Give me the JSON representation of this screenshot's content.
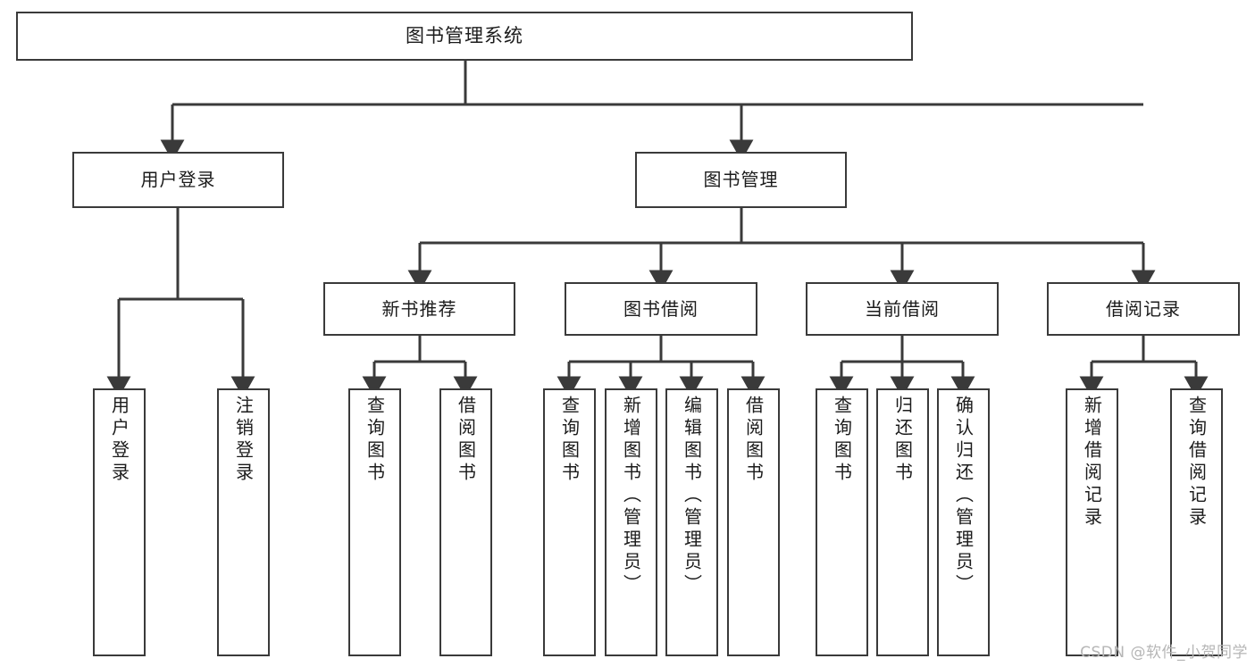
{
  "diagram": {
    "title": "图书管理系统",
    "type": "tree",
    "root": {
      "id": "root",
      "label": "图书管理系统"
    },
    "level2": [
      {
        "id": "user-login",
        "label": "用户登录"
      },
      {
        "id": "book-manage",
        "label": "图书管理"
      }
    ],
    "level3": [
      {
        "id": "new-rec",
        "label": "新书推荐"
      },
      {
        "id": "borrow",
        "label": "图书借阅"
      },
      {
        "id": "current",
        "label": "当前借阅"
      },
      {
        "id": "history",
        "label": "借阅记录"
      }
    ],
    "leaves": {
      "user_login": [
        {
          "id": "leaf-user-login",
          "label": "用户登录"
        },
        {
          "id": "leaf-user-logout",
          "label": "注销登录"
        }
      ],
      "new_rec": [
        {
          "id": "leaf-query-book-1",
          "label": "查询图书"
        },
        {
          "id": "leaf-borrow-book-1",
          "label": "借阅图书"
        }
      ],
      "borrow": [
        {
          "id": "leaf-query-book-2",
          "label": "查询图书"
        },
        {
          "id": "leaf-add-book",
          "label": "新增图书（管理员）"
        },
        {
          "id": "leaf-edit-book",
          "label": "编辑图书（管理员）"
        },
        {
          "id": "leaf-borrow-book-2",
          "label": "借阅图书"
        }
      ],
      "current": [
        {
          "id": "leaf-query-book-3",
          "label": "查询图书"
        },
        {
          "id": "leaf-return-book",
          "label": "归还图书"
        },
        {
          "id": "leaf-confirm-return",
          "label": "确认归还（管理员）"
        }
      ],
      "history": [
        {
          "id": "leaf-add-record",
          "label": "新增借阅记录"
        },
        {
          "id": "leaf-query-record",
          "label": "查询借阅记录"
        }
      ]
    }
  },
  "watermark": {
    "text": "CSDN @软件_小贺同学"
  },
  "colors": {
    "stroke": "#3a3a3a",
    "background": "#ffffff",
    "text": "#1b1b1b",
    "watermark": "#b6b6b6"
  }
}
